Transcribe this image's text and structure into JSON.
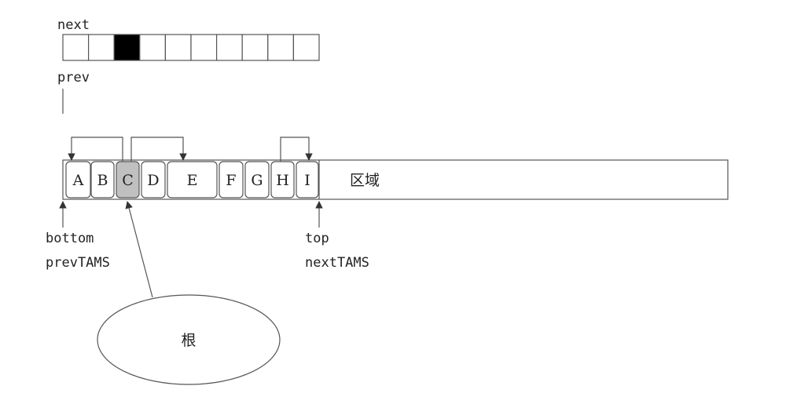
{
  "bitmap": {
    "label_top": "next",
    "label_bottom": "prev",
    "cells": 10,
    "marked_index": 2
  },
  "region": {
    "label": "区域",
    "objects": [
      {
        "id": "A",
        "highlighted": false
      },
      {
        "id": "B",
        "highlighted": false
      },
      {
        "id": "C",
        "highlighted": true
      },
      {
        "id": "D",
        "highlighted": false
      },
      {
        "id": "E",
        "highlighted": false
      },
      {
        "id": "F",
        "highlighted": false
      },
      {
        "id": "G",
        "highlighted": false
      },
      {
        "id": "H",
        "highlighted": false
      },
      {
        "id": "I",
        "highlighted": false
      }
    ],
    "references": [
      {
        "from": "C",
        "to": "A"
      },
      {
        "from": "C",
        "to": "E"
      },
      {
        "from": "H",
        "to": "I"
      }
    ]
  },
  "pointers": {
    "left_line1": "bottom",
    "left_line2": "prevTAMS",
    "right_line1": "top",
    "right_line2": "nextTAMS"
  },
  "root": {
    "label": "根",
    "points_to": "C"
  },
  "colors": {
    "line": "#555555",
    "marked_cell": "#000000",
    "highlight_fill": "#c0c0c0"
  }
}
